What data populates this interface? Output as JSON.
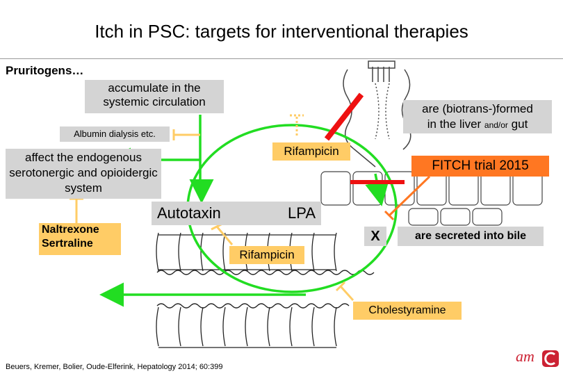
{
  "title": "Itch in PSC: targets for interventional therapies",
  "labels": {
    "pruritogens": "Pruritogens…",
    "accumulate": "accumulate in the systemic circulation",
    "albumin": "Albumin dialysis etc.",
    "affect": "affect the endogenous serotonergic and opioidergic system",
    "biotrans_line1": "are (biotrans-)formed",
    "biotrans_line2_a": "in the liver ",
    "biotrans_line2_small": "and/or",
    "biotrans_line2_b": " gut",
    "rifampicin_top": "Rifampicin",
    "fitch": "FITCH trial 2015",
    "naltrexone": "Naltrexone",
    "sertraline": "Sertraline",
    "autotaxin": "Autotaxin",
    "lpa": "LPA",
    "rifampicin_mid": "Rifampicin",
    "x_mark": "X",
    "secreted": "are secreted into bile",
    "cholestyramine": "Cholestyramine",
    "citation": "Beuers, Kremer, Bolier, Oude-Elferink, Hepatology 2014; 60:399"
  },
  "colors": {
    "green": "#22dd22",
    "red": "#ee1111",
    "orange": "#ff7722",
    "yellow": "#ffcc66",
    "gray": "#d4d4d4",
    "logo_red": "#cc2233"
  },
  "logo": {
    "text": "am"
  }
}
